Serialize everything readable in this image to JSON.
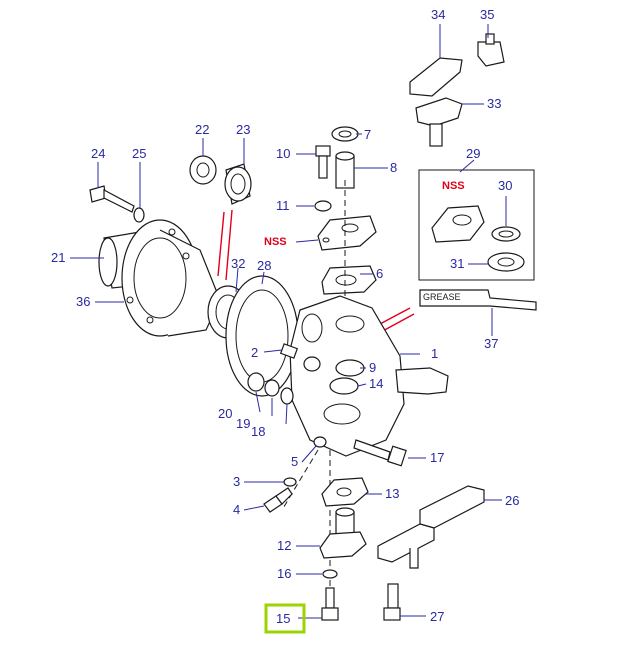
{
  "callouts": {
    "c1": "1",
    "c2": "2",
    "c3": "3",
    "c4": "4",
    "c5": "5",
    "c6": "6",
    "c7": "7",
    "c8": "8",
    "c9": "9",
    "c10": "10",
    "c11": "11",
    "c12": "12",
    "c13": "13",
    "c14": "14",
    "c15": "15",
    "c16": "16",
    "c17": "17",
    "c18": "18",
    "c19": "19",
    "c20": "20",
    "c21": "21",
    "c22": "22",
    "c23": "23",
    "c24": "24",
    "c25": "25",
    "c26": "26",
    "c27": "27",
    "c28": "28",
    "c29": "29",
    "c30": "30",
    "c31": "31",
    "c32": "32",
    "c33": "33",
    "c34": "34",
    "c35": "35",
    "c36": "36",
    "c37": "37"
  },
  "labels": {
    "nss_main": "NSS",
    "nss_box": "NSS",
    "grease": "GREASE"
  },
  "highlighted_callout": "15",
  "colors": {
    "callout_text": "#2a2aa0",
    "nss_text": "#e0001b",
    "highlight_box": "#9bd400",
    "line_art": "#1a1a1a"
  }
}
